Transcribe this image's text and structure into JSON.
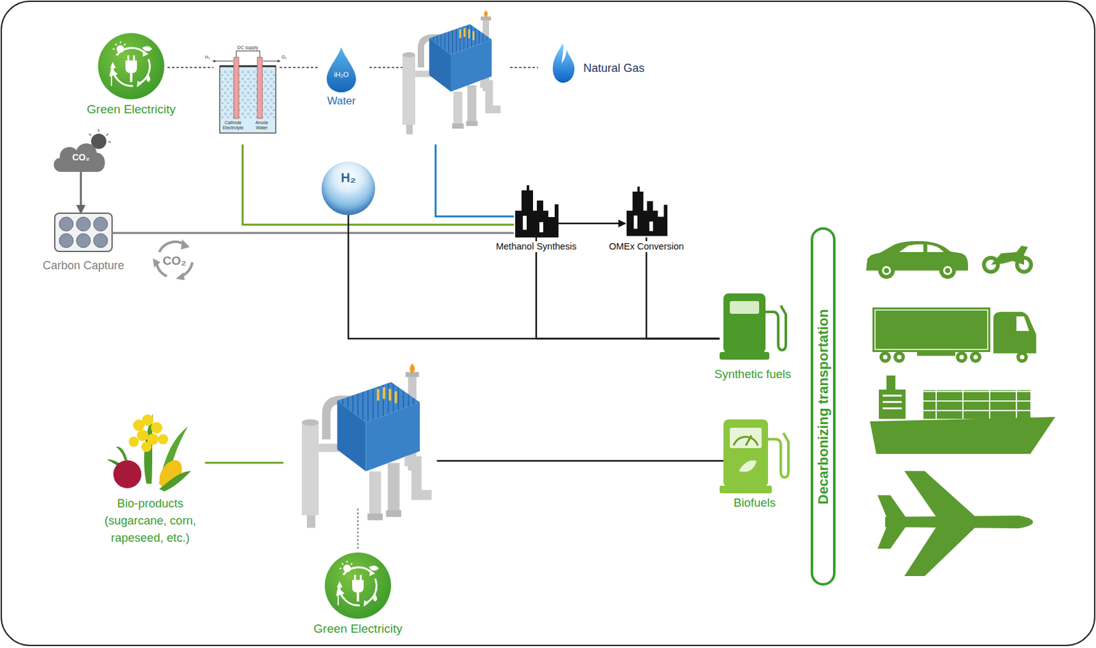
{
  "diagram": {
    "nodes": [
      {
        "text": [
          "Green Electricity"
        ]
      },
      {
        "text": [
          "iH₂O",
          "Water"
        ]
      },
      {
        "text": [
          "Natural Gas"
        ]
      },
      {
        "text": [
          "CO₂"
        ]
      },
      {
        "text": [
          "H₂"
        ]
      },
      {
        "text": [
          "Carbon Capture"
        ]
      },
      {
        "text": [
          "Methanol Synthesis"
        ]
      },
      {
        "text": [
          "OMEx Conversion"
        ]
      },
      {
        "text": [
          "Decarbonizing transportation"
        ]
      },
      {
        "text": [
          "Synthetic fuels"
        ]
      },
      {
        "text": [
          "Biofuels"
        ]
      },
      {
        "text": [
          "Bio-products (sugarcane, corn, rapeseed, etc.)"
        ]
      },
      {
        "text": [
          "Green Electricity"
        ]
      }
    ],
    "edges": [
      {
        "from": 3,
        "to": 5,
        "arrow": "to"
      },
      {
        "from": 5,
        "to": 6,
        "arrow": "none"
      },
      {
        "from": 6,
        "to": 7,
        "arrow": "to"
      },
      {
        "from": 4,
        "to": 9,
        "arrow": "none"
      },
      {
        "from": 6,
        "to": 9,
        "arrow": "none"
      },
      {
        "from": 7,
        "to": 9,
        "arrow": "none"
      }
    ],
    "labels": [
      "CO₂",
      "DC supply",
      "H₂",
      "O₂",
      "Cathode Electrolyte",
      "Anode Water"
    ]
  }
}
